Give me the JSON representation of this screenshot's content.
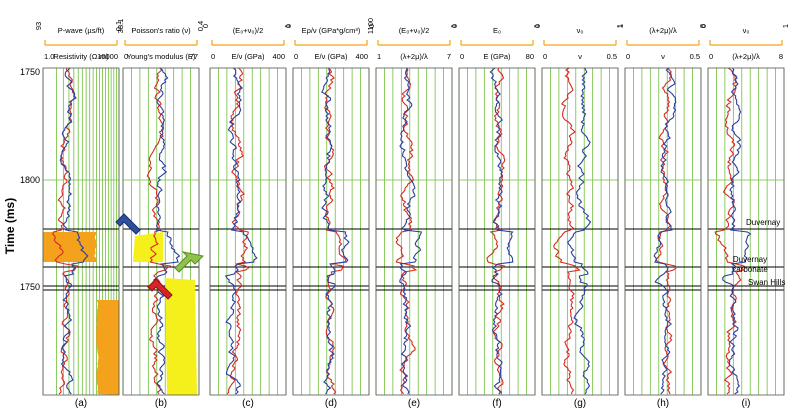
{
  "figure": {
    "y_axis_label": "Time (ms)",
    "y_ticks": [
      "1750",
      "1800",
      "1750"
    ],
    "annotations": [
      "Duvernay",
      "Duvernay carbonate",
      "Swan Hills"
    ]
  },
  "chart_data": [
    {
      "type": "line",
      "panel_label": "(a)",
      "top_header": "P-wave (µs/ft)",
      "top_tick_left": "93",
      "top_tick_right": "38.1",
      "bottom_header": "Resistivity (Ω·m)",
      "bottom_tick_left": "1.0",
      "bottom_tick_right": "10000",
      "x_scale": "log",
      "series": [
        {
          "name": "P-wave",
          "color": "#d52b1e"
        },
        {
          "name": "Resistivity",
          "color": "#2a3e9e"
        }
      ]
    },
    {
      "type": "line",
      "panel_label": "(b)",
      "top_header": "Poisson's ratio (ν)",
      "top_tick_left": "0.1",
      "top_tick_right": "0.4",
      "bottom_header": "Young's modulus (E)",
      "bottom_tick_left": "0",
      "bottom_tick_right": "77",
      "series": [
        {
          "name": "Poisson's ratio (ν)",
          "color": "#d52b1e"
        },
        {
          "name": "Young's modulus (E)",
          "color": "#2a3e9e"
        }
      ]
    },
    {
      "type": "line",
      "panel_label": "(c)",
      "top_header": "(E₀+ν₀)/2",
      "top_tick_left": "0",
      "top_tick_right": "1",
      "bottom_header": "E/ν (GPa)",
      "bottom_tick_left": "0",
      "bottom_tick_right": "400",
      "series": [
        {
          "color": "#d52b1e"
        },
        {
          "color": "#2a3e9e"
        }
      ]
    },
    {
      "type": "line",
      "panel_label": "(d)",
      "top_header": "Eρ/ν (GPa*g/cm³)",
      "top_tick_left": "0",
      "top_tick_right": "1100",
      "bottom_header": "E/ν (GPa)",
      "bottom_tick_left": "0",
      "bottom_tick_right": "400",
      "series": [
        {
          "color": "#d52b1e"
        },
        {
          "color": "#2a3e9e"
        }
      ]
    },
    {
      "type": "line",
      "panel_label": "(e)",
      "top_header": "(E₀+ν₀)/2",
      "top_tick_left": "0",
      "top_tick_right": "1",
      "bottom_header": "(λ+2μ)/λ",
      "bottom_tick_left": "1",
      "bottom_tick_right": "7",
      "series": [
        {
          "color": "#d52b1e"
        },
        {
          "color": "#2a3e9e"
        }
      ]
    },
    {
      "type": "line",
      "panel_label": "(f)",
      "top_header": "E₀",
      "top_tick_left": "0",
      "top_tick_right": "1",
      "bottom_header": "E (GPa)",
      "bottom_tick_left": "0",
      "bottom_tick_right": "80",
      "series": [
        {
          "color": "#d52b1e"
        },
        {
          "color": "#2a3e9e"
        }
      ]
    },
    {
      "type": "line",
      "panel_label": "(g)",
      "top_header": "ν₀",
      "top_tick_left": "0",
      "top_tick_right": "1",
      "bottom_header": "ν",
      "bottom_tick_left": "0",
      "bottom_tick_right": "0.5",
      "series": [
        {
          "color": "#d52b1e"
        },
        {
          "color": "#2a3e9e"
        }
      ]
    },
    {
      "type": "line",
      "panel_label": "(h)",
      "top_header": "(λ+2μ)/λ",
      "top_tick_left": "1",
      "top_tick_right": "8",
      "bottom_header": "ν",
      "bottom_tick_left": "0",
      "bottom_tick_right": "0.5",
      "series": [
        {
          "color": "#d52b1e"
        },
        {
          "color": "#2a3e9e"
        }
      ]
    },
    {
      "type": "line",
      "panel_label": "(i)",
      "top_header": "ν₀",
      "top_tick_left": "0",
      "top_tick_right": "1",
      "bottom_header": "(λ+2μ)/λ",
      "bottom_tick_left": "0",
      "bottom_tick_right": "8",
      "series": [
        {
          "color": "#d52b1e"
        },
        {
          "color": "#2a3e9e"
        }
      ]
    }
  ],
  "colors": {
    "grid": "#6fbf3a",
    "fill_a": "#f4a21b",
    "fill_b": "#f5f01c",
    "header_line": "#f4a21b",
    "horizon": "#000000",
    "arrow_blue": "#2e4f9e",
    "arrow_green": "#8fc24b",
    "arrow_red": "#d8232a"
  }
}
